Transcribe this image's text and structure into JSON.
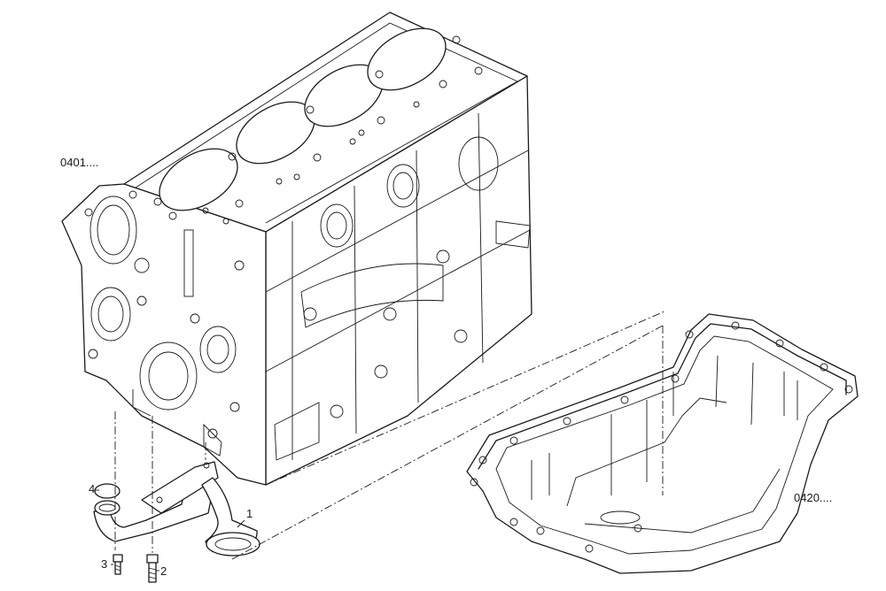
{
  "labels": {
    "block_ref": "0401....",
    "oil_pan_ref": "0420....",
    "part_1": "1",
    "part_2": "2",
    "part_3": "3",
    "part_4": "4"
  },
  "colors": {
    "line": "#1a1a1a",
    "background": "#ffffff"
  }
}
